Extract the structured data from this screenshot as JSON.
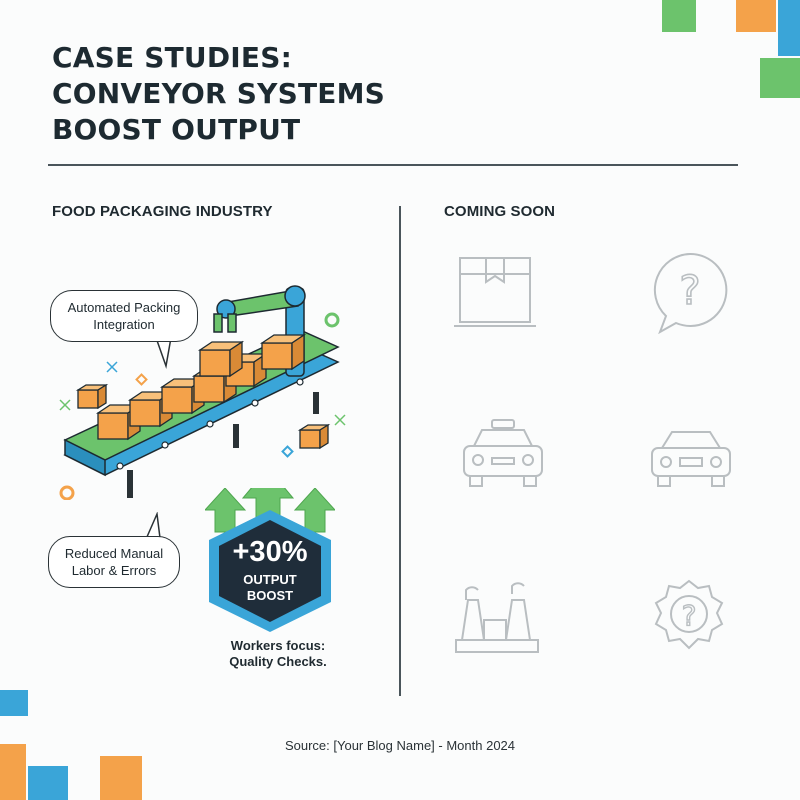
{
  "title": {
    "line1": "CASE STUDIES:",
    "line2": "CONVEYOR SYSTEMS",
    "line3": "BOOST OUTPUT"
  },
  "left_section": {
    "heading": "FOOD PACKAGING INDUSTRY",
    "callout_top": {
      "line1": "Automated Packing",
      "line2": "Integration"
    },
    "callout_bottom": {
      "line1": "Reduced Manual",
      "line2": "Labor & Errors"
    },
    "badge": {
      "value": "+30%",
      "line1": "OUTPUT",
      "line2": "BOOST"
    },
    "note": {
      "line1": "Workers focus:",
      "line2": "Quality Checks."
    }
  },
  "right_section": {
    "heading": "COMING SOON",
    "icons": [
      "box-icon",
      "question-bubble-icon",
      "taxi-icon",
      "car-icon",
      "factory-icon",
      "question-badge-icon"
    ]
  },
  "source": "Source: [Your Blog Name] - Month 2024",
  "colors": {
    "accent_green": "#6cc36c",
    "accent_orange": "#f4a24a",
    "accent_blue": "#3aa5d8",
    "badge_navy": "#1f2d3a",
    "text_dark": "#1d2a31",
    "icon_gray": "#b9bec1"
  }
}
